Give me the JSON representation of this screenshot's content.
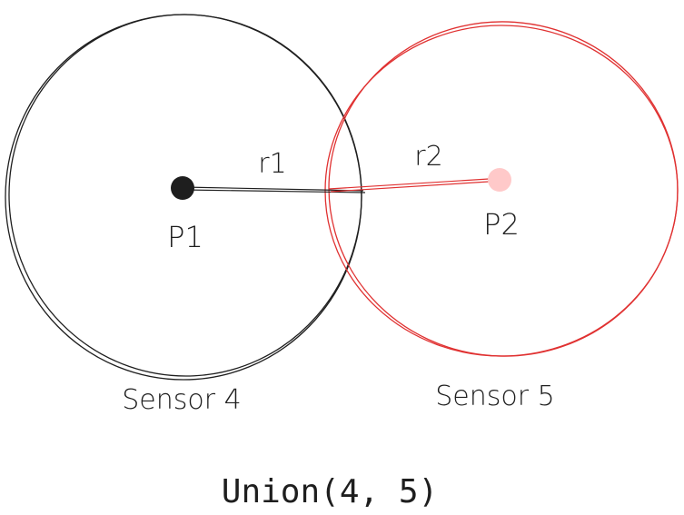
{
  "colors": {
    "ink": "#1e1e1e",
    "sensor2_stroke": "#e03131",
    "sensor2_point": "#ffc9c9",
    "background": "#ffffff"
  },
  "sensor1": {
    "point_label": "P1",
    "radius_label": "r1",
    "name": "Sensor 4"
  },
  "sensor2": {
    "point_label": "P2",
    "radius_label": "r2",
    "name": "Sensor 5"
  },
  "caption": "Union(4, 5)"
}
